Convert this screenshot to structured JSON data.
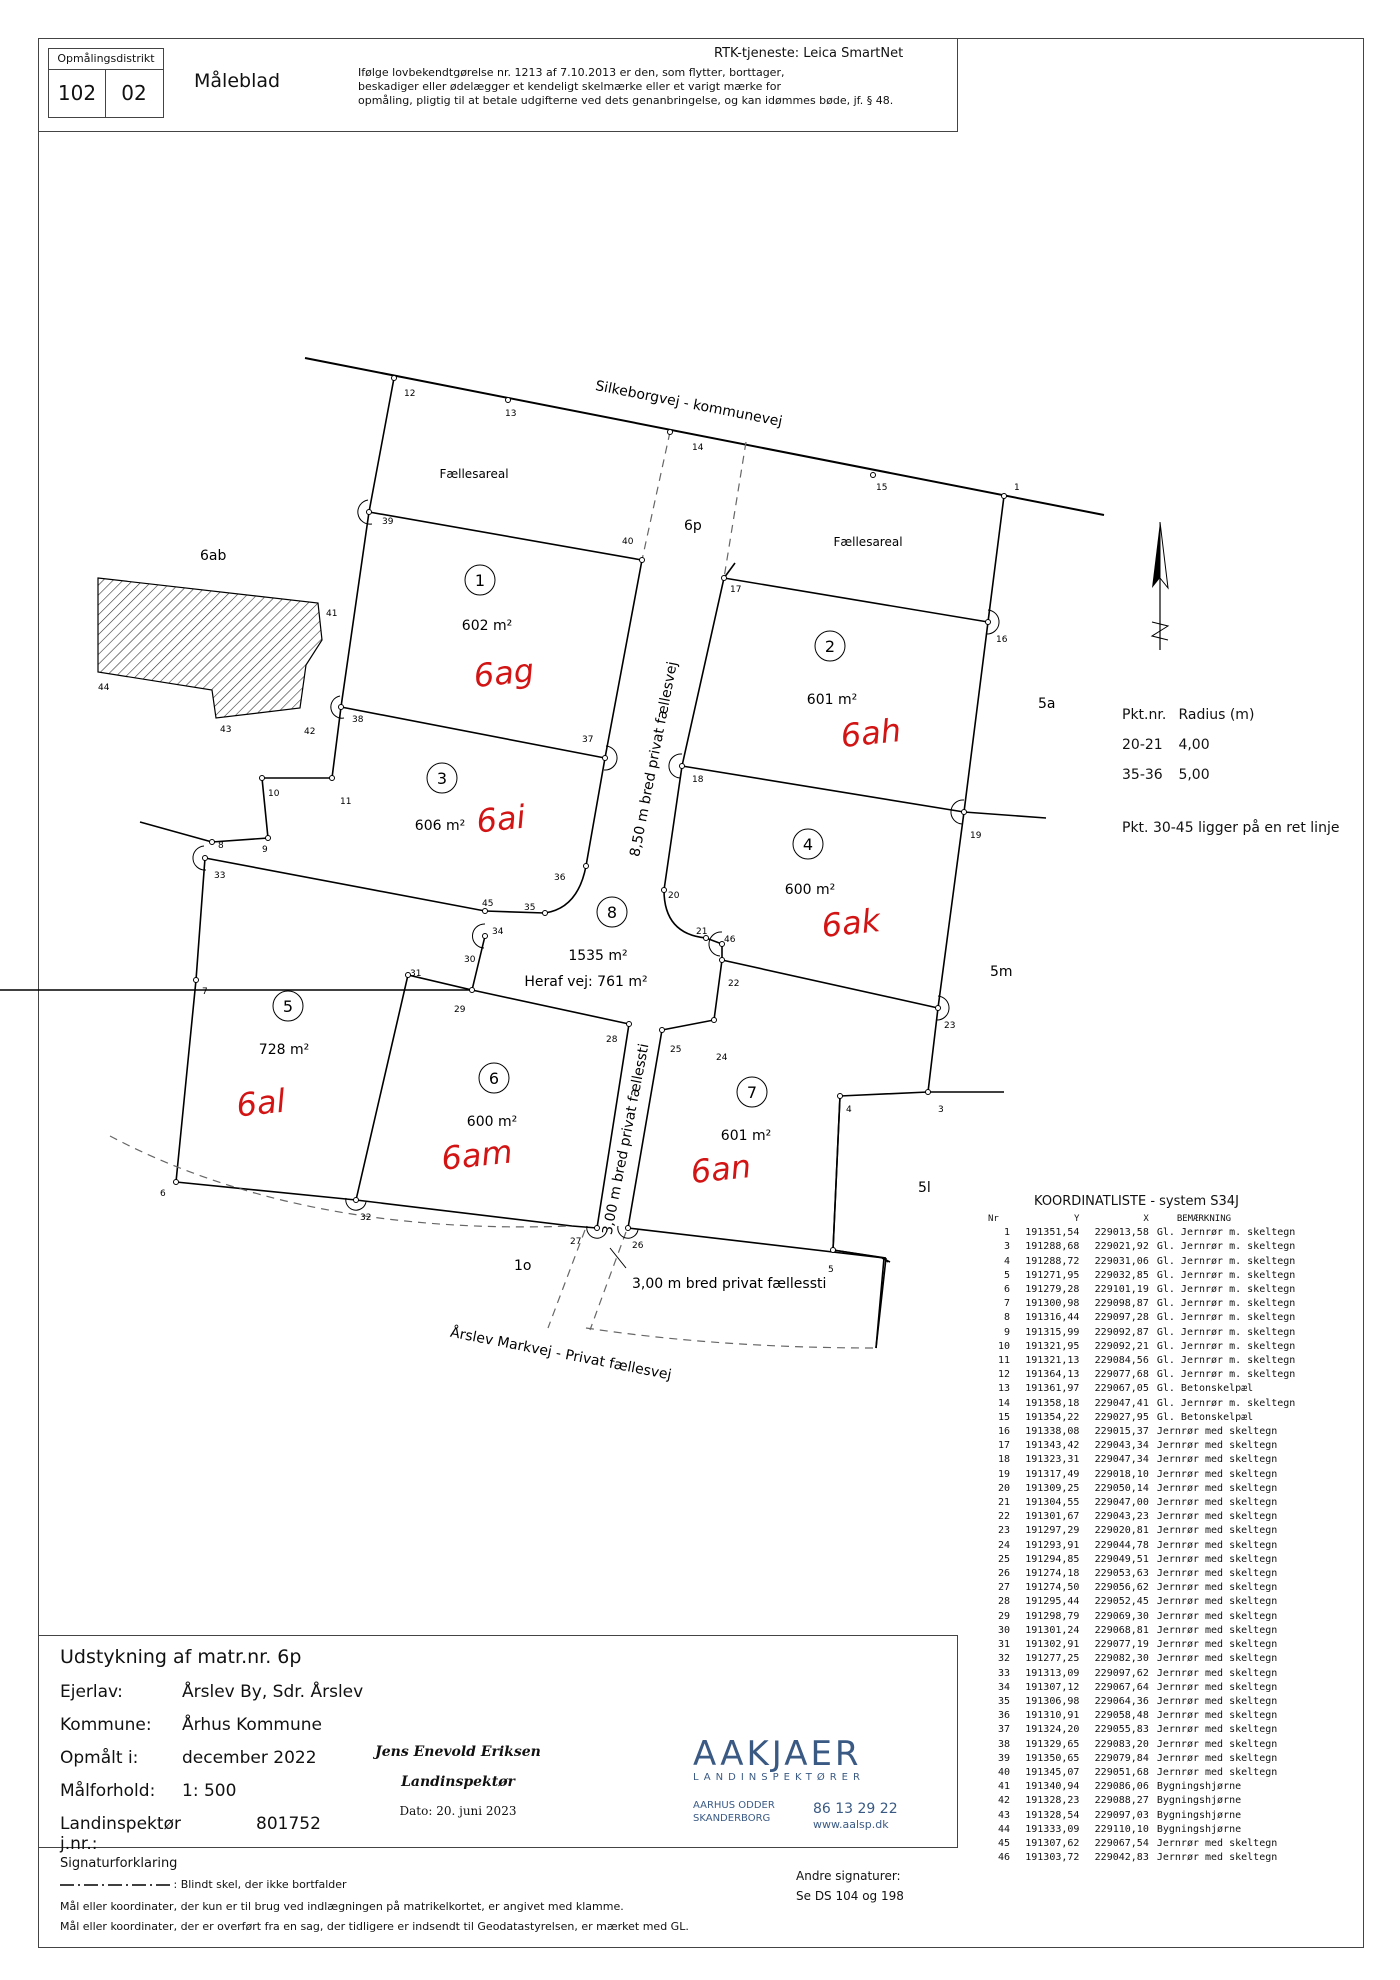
{
  "header": {
    "district_label": "Opmålingsdistrikt",
    "district_a": "102",
    "district_b": "02",
    "title": "Måleblad",
    "rtk": "RTK-tjeneste: Leica SmartNet",
    "law_1": "Ifølge lovbekendtgørelse nr. 1213 af 7.10.2013 er den, som flytter, borttager,",
    "law_2": "beskadiger eller ødelægger et kendeligt skelmærke eller et varigt mærke for",
    "law_3": "opmåling, pligtig til at betale udgifterne ved dets genanbringelse, og kan idømmes bøde, jf. § 48."
  },
  "map": {
    "road_north": "Silkeborgvej - kommunevej",
    "road_south": "Årslev Markvej - Privat fællesvej",
    "road_vertical": "8,50 m bred privat fællesvej",
    "path_vertical": "3,00 m bred privat fællessti",
    "path_south": "3,00 m bred privat fællessti",
    "faelles_1": "Fællesareal",
    "faelles_2": "Fællesareal",
    "neighbour_6ab": "6ab",
    "neighbour_5a": "5a",
    "neighbour_5m": "5m",
    "neighbour_5l": "5l",
    "neighbour_1o": "1o",
    "parcel_6p": "6p",
    "lots": [
      {
        "num": "1",
        "area": "602 m²",
        "matr": "6ag"
      },
      {
        "num": "2",
        "area": "601 m²",
        "matr": "6ah"
      },
      {
        "num": "3",
        "area": "606 m²",
        "matr": "6ai"
      },
      {
        "num": "4",
        "area": "600 m²",
        "matr": "6ak"
      },
      {
        "num": "5",
        "area": "728 m²",
        "matr": "6al"
      },
      {
        "num": "6",
        "area": "600 m²",
        "matr": "6am"
      },
      {
        "num": "7",
        "area": "601 m²",
        "matr": "6an"
      },
      {
        "num": "8",
        "area": "1535 m²",
        "matr": ""
      }
    ],
    "lot8_road": "Heraf vej: 761 m²",
    "points": [
      "1",
      "3",
      "4",
      "5",
      "6",
      "7",
      "8",
      "9",
      "10",
      "11",
      "12",
      "13",
      "14",
      "15",
      "16",
      "17",
      "18",
      "19",
      "20",
      "21",
      "22",
      "23",
      "24",
      "25",
      "26",
      "27",
      "28",
      "29",
      "30",
      "31",
      "32",
      "33",
      "34",
      "35",
      "36",
      "37",
      "38",
      "39",
      "40",
      "41",
      "42",
      "43",
      "44",
      "45",
      "46"
    ]
  },
  "radius": {
    "header_a": "Pkt.nr.",
    "header_b": "Radius (m)",
    "row1_a": "20-21",
    "row1_b": "4,00",
    "row2_a": "35-36",
    "row2_b": "5,00",
    "note": "Pkt. 30-45 ligger på en ret linje"
  },
  "coords": {
    "title": "KOORDINATLISTE - system S34J",
    "headers": [
      "Nr",
      "Y",
      "X",
      "BEMÆRKNING"
    ],
    "rows": [
      [
        "1",
        "191351,54",
        "229013,58",
        "Gl. Jernrør m. skeltegn"
      ],
      [
        "3",
        "191288,68",
        "229021,92",
        "Gl. Jernrør m. skeltegn"
      ],
      [
        "4",
        "191288,72",
        "229031,06",
        "Gl. Jernrør m. skeltegn"
      ],
      [
        "5",
        "191271,95",
        "229032,85",
        "Gl. Jernrør m. skeltegn"
      ],
      [
        "6",
        "191279,28",
        "229101,19",
        "Gl. Jernrør m. skeltegn"
      ],
      [
        "7",
        "191300,98",
        "229098,87",
        "Gl. Jernrør m. skeltegn"
      ],
      [
        "8",
        "191316,44",
        "229097,28",
        "Gl. Jernrør m. skeltegn"
      ],
      [
        "9",
        "191315,99",
        "229092,87",
        "Gl. Jernrør m. skeltegn"
      ],
      [
        "10",
        "191321,95",
        "229092,21",
        "Gl. Jernrør m. skeltegn"
      ],
      [
        "11",
        "191321,13",
        "229084,56",
        "Gl. Jernrør m. skeltegn"
      ],
      [
        "12",
        "191364,13",
        "229077,68",
        "Gl. Jernrør m. skeltegn"
      ],
      [
        "13",
        "191361,97",
        "229067,05",
        "Gl. Betonskelpæl"
      ],
      [
        "14",
        "191358,18",
        "229047,41",
        "Gl. Jernrør m. skeltegn"
      ],
      [
        "15",
        "191354,22",
        "229027,95",
        "Gl. Betonskelpæl"
      ],
      [
        "16",
        "191338,08",
        "229015,37",
        "Jernrør med skeltegn"
      ],
      [
        "17",
        "191343,42",
        "229043,34",
        "Jernrør med skeltegn"
      ],
      [
        "18",
        "191323,31",
        "229047,34",
        "Jernrør med skeltegn"
      ],
      [
        "19",
        "191317,49",
        "229018,10",
        "Jernrør med skeltegn"
      ],
      [
        "20",
        "191309,25",
        "229050,14",
        "Jernrør med skeltegn"
      ],
      [
        "21",
        "191304,55",
        "229047,00",
        "Jernrør med skeltegn"
      ],
      [
        "22",
        "191301,67",
        "229043,23",
        "Jernrør med skeltegn"
      ],
      [
        "23",
        "191297,29",
        "229020,81",
        "Jernrør med skeltegn"
      ],
      [
        "24",
        "191293,91",
        "229044,78",
        "Jernrør med skeltegn"
      ],
      [
        "25",
        "191294,85",
        "229049,51",
        "Jernrør med skeltegn"
      ],
      [
        "26",
        "191274,18",
        "229053,63",
        "Jernrør med skeltegn"
      ],
      [
        "27",
        "191274,50",
        "229056,62",
        "Jernrør med skeltegn"
      ],
      [
        "28",
        "191295,44",
        "229052,45",
        "Jernrør med skeltegn"
      ],
      [
        "29",
        "191298,79",
        "229069,30",
        "Jernrør med skeltegn"
      ],
      [
        "30",
        "191301,24",
        "229068,81",
        "Jernrør med skeltegn"
      ],
      [
        "31",
        "191302,91",
        "229077,19",
        "Jernrør med skeltegn"
      ],
      [
        "32",
        "191277,25",
        "229082,30",
        "Jernrør med skeltegn"
      ],
      [
        "33",
        "191313,09",
        "229097,62",
        "Jernrør med skeltegn"
      ],
      [
        "34",
        "191307,12",
        "229067,64",
        "Jernrør med skeltegn"
      ],
      [
        "35",
        "191306,98",
        "229064,36",
        "Jernrør med skeltegn"
      ],
      [
        "36",
        "191310,91",
        "229058,48",
        "Jernrør med skeltegn"
      ],
      [
        "37",
        "191324,20",
        "229055,83",
        "Jernrør med skeltegn"
      ],
      [
        "38",
        "191329,65",
        "229083,20",
        "Jernrør med skeltegn"
      ],
      [
        "39",
        "191350,65",
        "229079,84",
        "Jernrør med skeltegn"
      ],
      [
        "40",
        "191345,07",
        "229051,68",
        "Jernrør med skeltegn"
      ],
      [
        "41",
        "191340,94",
        "229086,06",
        "Bygningshjørne"
      ],
      [
        "42",
        "191328,23",
        "229088,27",
        "Bygningshjørne"
      ],
      [
        "43",
        "191328,54",
        "229097,03",
        "Bygningshjørne"
      ],
      [
        "44",
        "191333,09",
        "229110,10",
        "Bygningshjørne"
      ],
      [
        "45",
        "191307,62",
        "229067,54",
        "Jernrør med skeltegn"
      ],
      [
        "46",
        "191303,72",
        "229042,83",
        "Jernrør med skeltegn"
      ]
    ]
  },
  "info": {
    "title": "Udstykning af matr.nr. 6p",
    "ejerlav_k": "Ejerlav:",
    "ejerlav_v": "Årslev By, Sdr. Årslev",
    "kommune_k": "Kommune:",
    "kommune_v": "Århus Kommune",
    "opmaalt_k": "Opmålt i:",
    "opmaalt_v": "december 2022",
    "maal_k": "Målforhold:",
    "maal_v": "1: 500",
    "jnr_k": "Landinspektør j.nr.:",
    "jnr_v": "801752",
    "signer_name": "Jens Enevold Eriksen",
    "signer_title": "Landinspektør",
    "signer_date": "Dato: 20. juni 2023",
    "logo": "AAKJAER",
    "logo_sub": "LANDINSPEKTØRER",
    "logo_city1": "AARHUS ODDER",
    "logo_city2": "SKANDERBORG",
    "logo_phone": "86 13 29 22",
    "logo_web": "www.aalsp.dk"
  },
  "footer": {
    "sig_title": "Signaturforklaring",
    "sig_line": ":  Blindt skel, der ikke bortfalder",
    "note1": "Mål eller koordinater, der kun er til brug ved indlægningen på matrikelkortet, er angivet med klamme.",
    "note2": "Mål eller koordinater, der er overført fra en sag, der tidligere er indsendt til Geodatastyrelsen, er mærket med GL.",
    "andre_1": "Andre signaturer:",
    "andre_2": "Se DS 104 og 198"
  }
}
